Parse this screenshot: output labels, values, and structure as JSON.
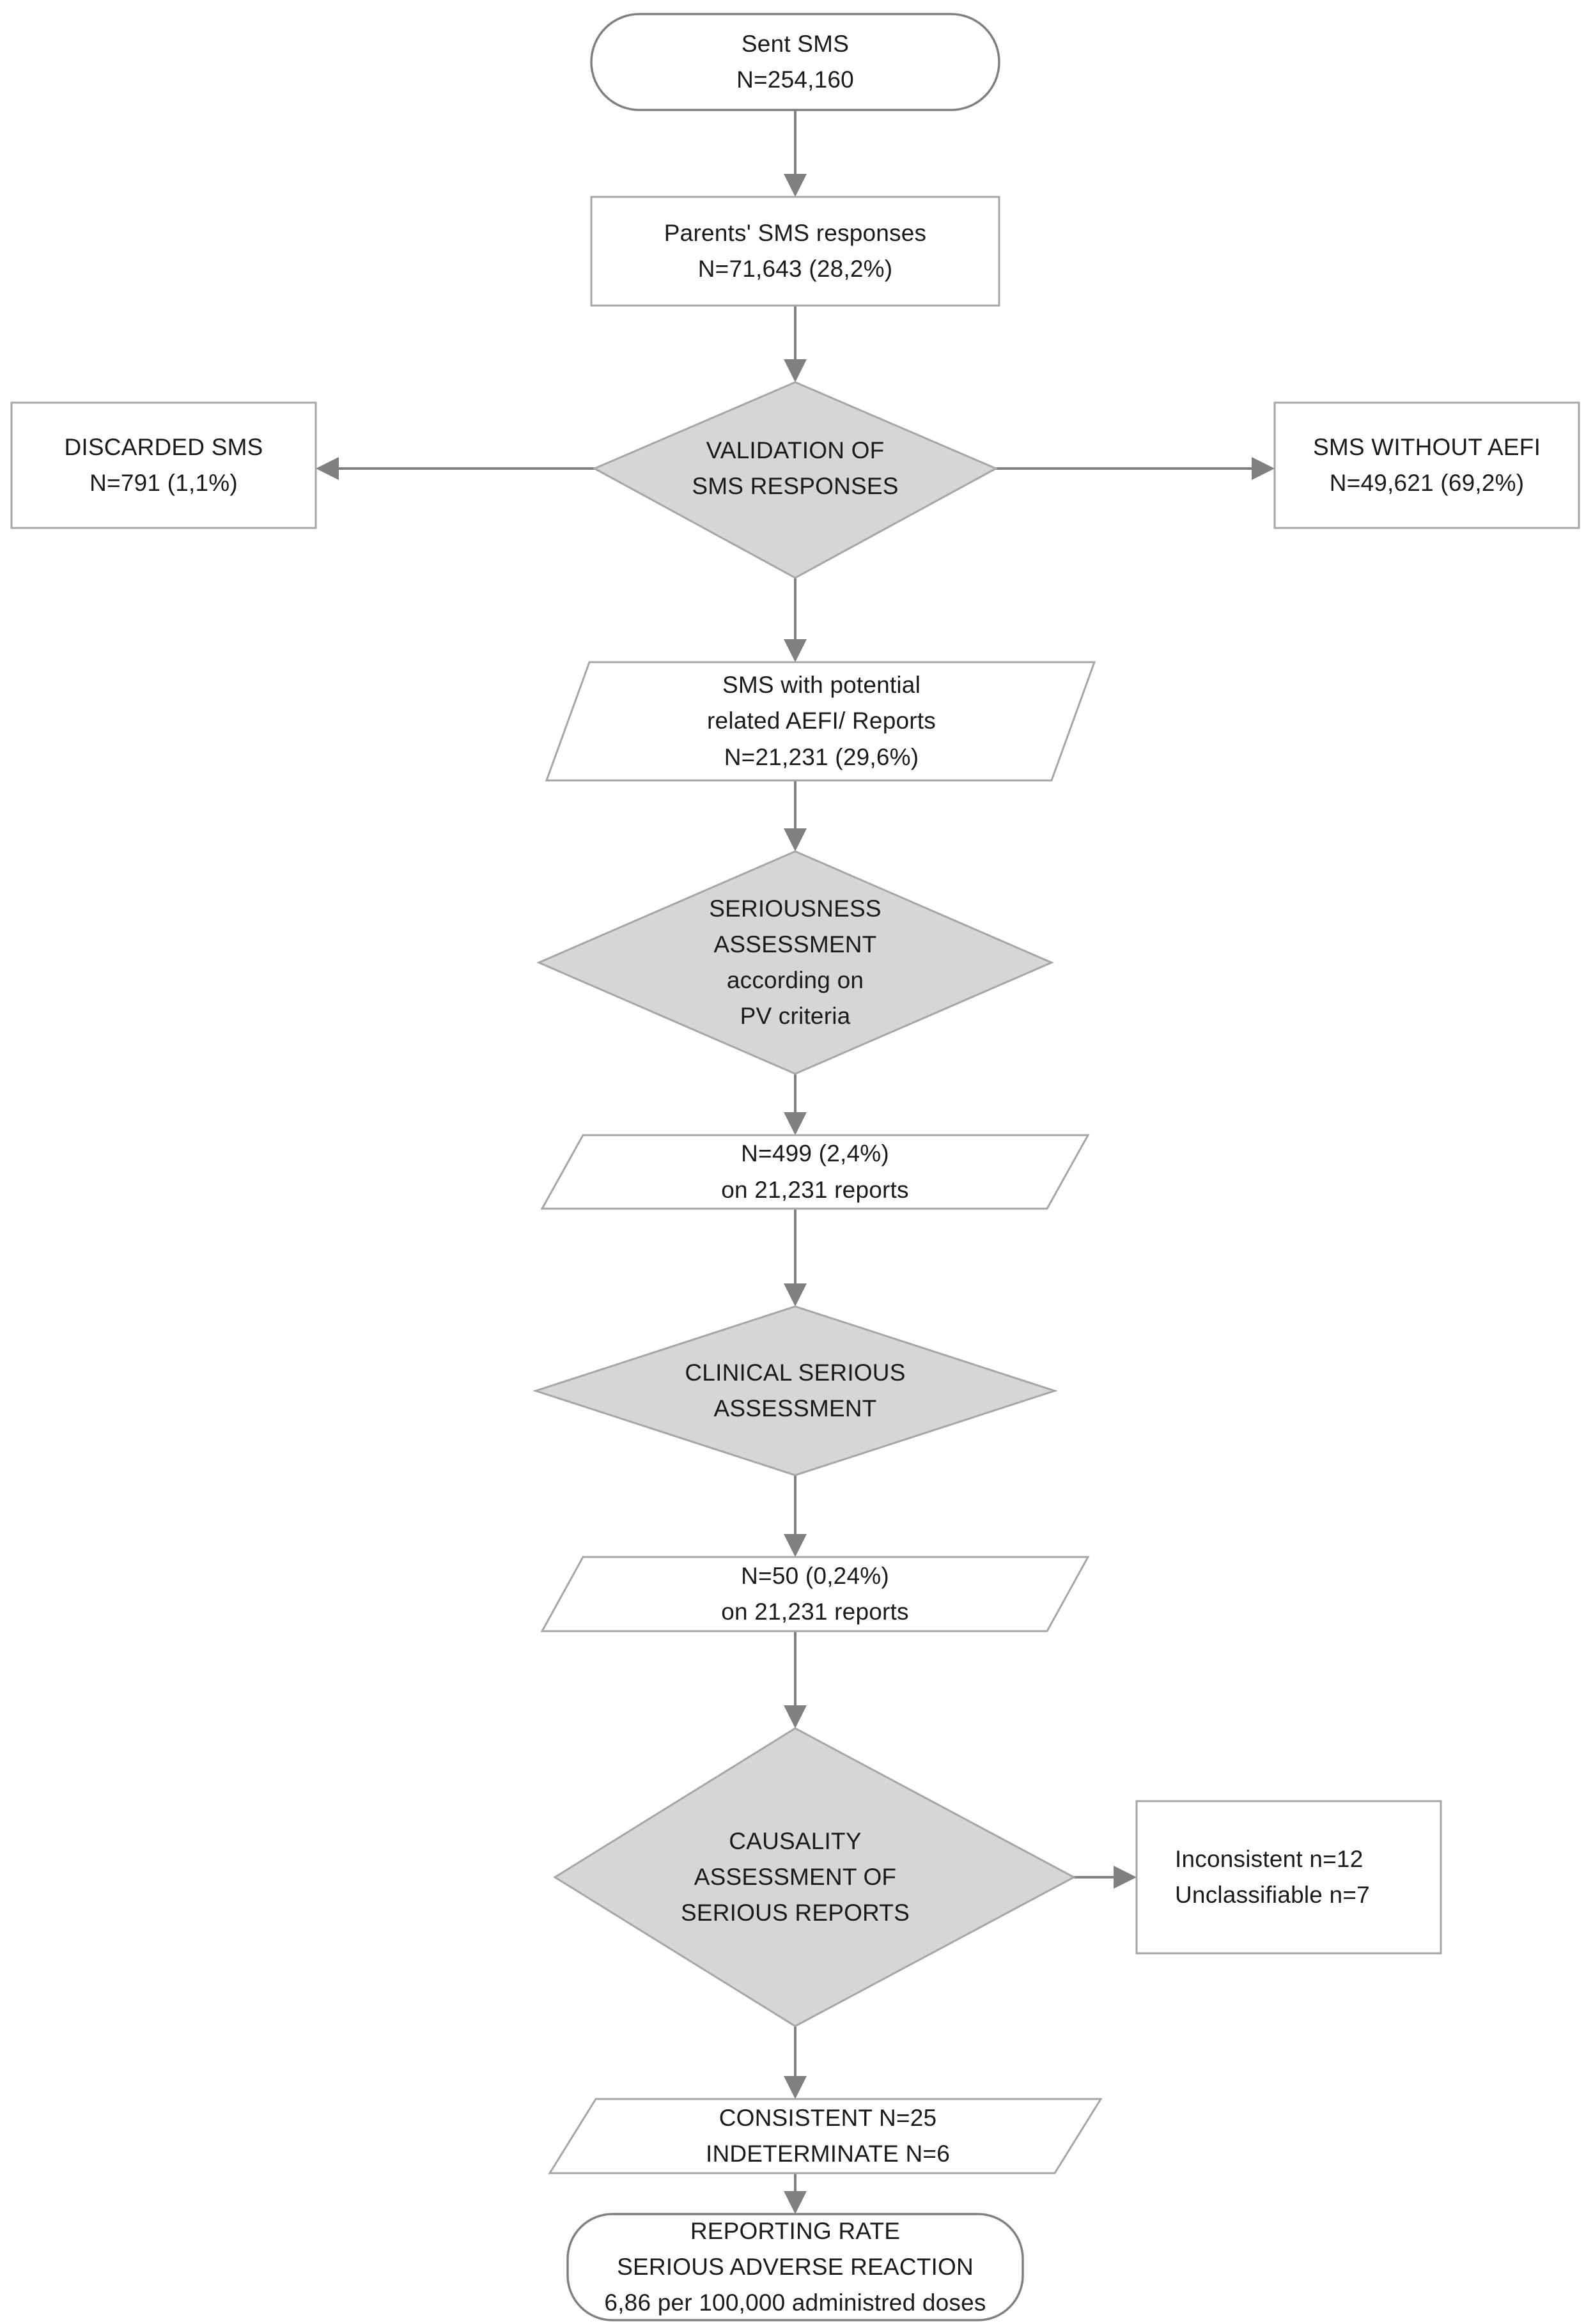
{
  "diagram": {
    "type": "flowchart",
    "title": "SMS-based AEFI surveillance flow",
    "orientation": "top-to-bottom",
    "colors": {
      "decision_fill": "#d6d6d6",
      "process_fill": "#ffffff",
      "border": "#a6a6a6",
      "connector": "#808080",
      "text": "#1a1a1a"
    }
  },
  "nodes": {
    "sent_sms": {
      "shape": "rounded-terminator",
      "line1": "Sent SMS",
      "line2": "N=254,160"
    },
    "parents_responses": {
      "shape": "rectangle",
      "line1": "Parents' SMS responses",
      "line2": "N=71,643 (28,2%)"
    },
    "validation": {
      "shape": "diamond",
      "line1": "VALIDATION OF",
      "line2": "SMS RESPONSES"
    },
    "discarded_sms": {
      "shape": "rectangle",
      "line1": "DISCARDED SMS",
      "line2": "N=791 (1,1%)"
    },
    "sms_without_aefi": {
      "shape": "rectangle",
      "line1": "SMS WITHOUT AEFI",
      "line2": "N=49,621 (69,2%)"
    },
    "potential_aefi": {
      "shape": "parallelogram",
      "line1": "SMS with potential",
      "line2": "related AEFI/ Reports",
      "line3": "N=21,231 (29,6%)"
    },
    "seriousness_assessment": {
      "shape": "diamond",
      "line1": "SERIOUSNESS",
      "line2": "ASSESSMENT",
      "line3": "according on",
      "line4": "PV criteria"
    },
    "serious_499": {
      "shape": "parallelogram",
      "line1": "N=499 (2,4%)",
      "line2": "on 21,231 reports"
    },
    "clinical_serious_assessment": {
      "shape": "diamond",
      "line1": "CLINICAL SERIOUS",
      "line2": "ASSESSMENT"
    },
    "serious_50": {
      "shape": "parallelogram",
      "line1": "N=50 (0,24%)",
      "line2": "on 21,231 reports"
    },
    "causality_assessment": {
      "shape": "diamond",
      "line1": "CAUSALITY",
      "line2": "ASSESSMENT OF",
      "line3": "SERIOUS REPORTS"
    },
    "inconsistent_unclassifiable": {
      "shape": "rectangle",
      "line1": "Inconsistent n=12",
      "line2": "Unclassifiable n=7"
    },
    "consistent_indeterminate": {
      "shape": "parallelogram",
      "line1": "CONSISTENT N=25",
      "line2": "INDETERMINATE N=6"
    },
    "reporting_rate": {
      "shape": "rounded-terminator",
      "line1": "REPORTING RATE",
      "line2": "SERIOUS ADVERSE REACTION",
      "line3": "6,86 per 100,000 administred doses"
    }
  }
}
